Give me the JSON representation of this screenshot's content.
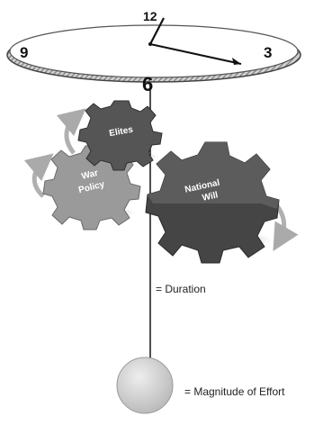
{
  "clock": {
    "num_12": "12",
    "num_3": "3",
    "num_6": "6",
    "num_9": "9"
  },
  "gears": {
    "elites": "Elites",
    "war_policy_line1": "War",
    "war_policy_line2": "Policy",
    "national_will_line1": "National",
    "national_will_line2": "Will"
  },
  "legend": {
    "duration": "= Duration",
    "magnitude": "= Magnitude of Effort"
  },
  "colors": {
    "elites_gear": "#5a5a5a",
    "war_policy_gear": "#9a9a9a",
    "national_will_gear": "#4a4a4a",
    "pendulum_bob": "#c8c8c8",
    "rotation_arrow": "#b0b0b0"
  }
}
